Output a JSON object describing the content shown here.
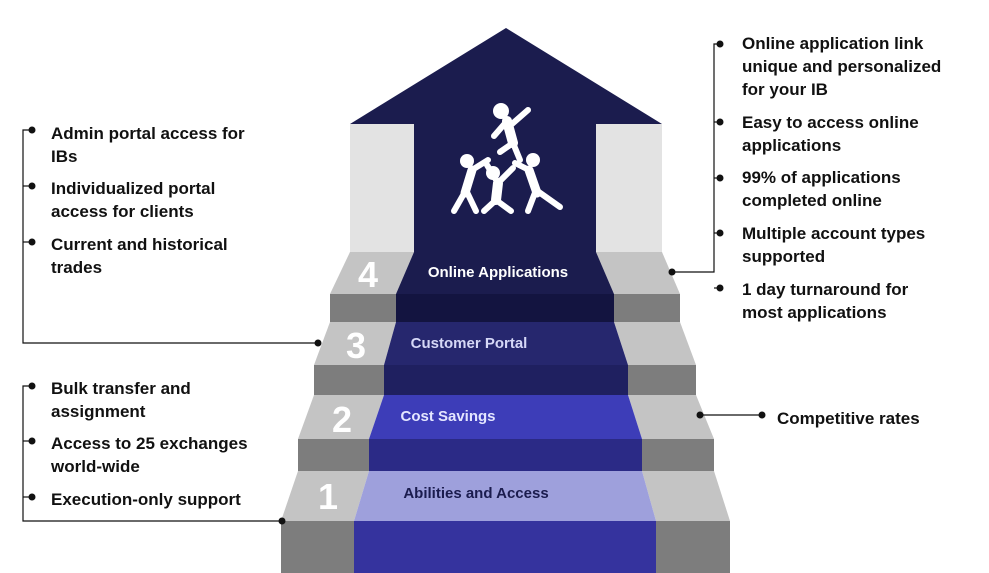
{
  "steps": [
    {
      "number": "1",
      "label": "Abilities and Access"
    },
    {
      "number": "2",
      "label": "Cost Savings"
    },
    {
      "number": "3",
      "label": "Customer Portal"
    },
    {
      "number": "4",
      "label": "Online Applications"
    }
  ],
  "left_groups": [
    {
      "step": "3",
      "items": [
        {
          "lines": [
            "Admin portal access for",
            "IBs"
          ]
        },
        {
          "lines": [
            "Individualized portal",
            "access for clients"
          ]
        },
        {
          "lines": [
            "Current and historical",
            "trades"
          ]
        }
      ]
    },
    {
      "step": "1",
      "items": [
        {
          "lines": [
            "Bulk transfer and",
            "assignment"
          ]
        },
        {
          "lines": [
            "Access to 25 exchanges",
            "world-wide"
          ]
        },
        {
          "lines": [
            "Execution-only support"
          ]
        }
      ]
    }
  ],
  "right_groups": [
    {
      "step": "4",
      "items": [
        {
          "lines": [
            "Online application link",
            "unique and personalized",
            "for your IB"
          ]
        },
        {
          "lines": [
            "Easy to access online",
            "applications"
          ]
        },
        {
          "lines": [
            "99% of applications",
            "completed online"
          ]
        },
        {
          "lines": [
            "Multiple account types",
            "supported"
          ]
        },
        {
          "lines": [
            "1 day turnaround for",
            "most applications"
          ]
        }
      ]
    },
    {
      "step": "2",
      "items": [
        {
          "lines": [
            "Competitive rates"
          ]
        }
      ]
    }
  ],
  "colors": {
    "navy": "#1b1c4e",
    "step3_front": "#26276e",
    "step2_front": "#3d3db8",
    "step1_front": "#9ea0dc",
    "step1_riser": "#35339e",
    "gray_tread": "#c4c4c4",
    "gray_riser": "#7d7d7d",
    "wall": "#e3e3e3"
  },
  "icons": {
    "house_roof": "people-teamwork-icon"
  }
}
